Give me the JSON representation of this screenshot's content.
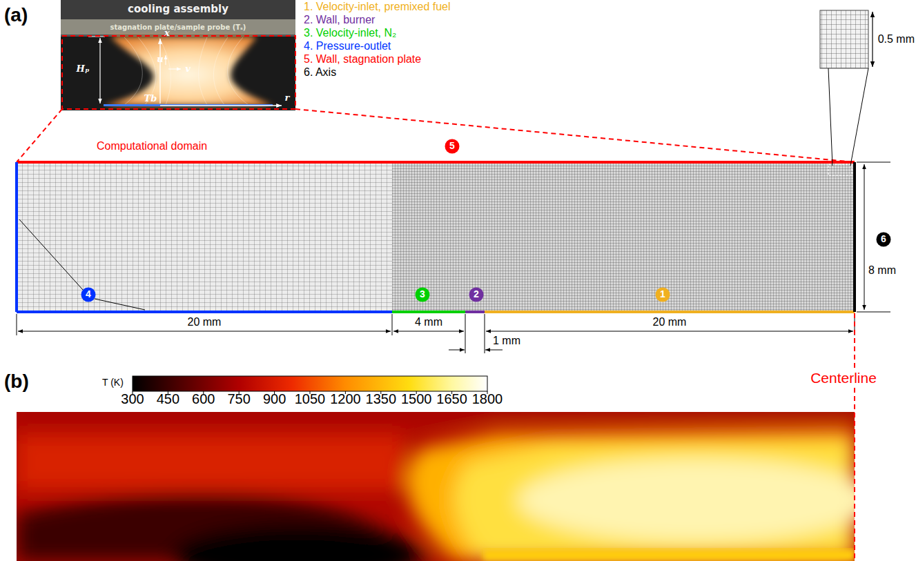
{
  "diagram": {
    "labels": [
      "(a)",
      "cooling assembly",
      "stagnation plate/sample probe (Tₛ)",
      "x",
      "Hₚ",
      "u",
      "v",
      "r",
      "Tb",
      "Computational domain",
      "0.5 mm",
      "5",
      "6",
      "8 mm",
      "4",
      "3",
      "2",
      "1",
      "20 mm",
      "4 mm",
      "1 mm",
      "20 mm",
      "Centerline",
      "(b)",
      "T (K)",
      "300",
      "450",
      "600",
      "750",
      "900",
      "1050",
      "1200",
      "1350",
      "1500",
      "1650",
      "1800"
    ],
    "legend": [
      {
        "text": "1. Velocity-inlet, premixed fuel",
        "color": "#f0b020"
      },
      {
        "text": "2. Wall, burner",
        "color": "#7030a0"
      },
      {
        "text": "3. Velocity-inlet, N₂",
        "color": "#00d000"
      },
      {
        "text": "4. Pressure-outlet",
        "color": "#0033ff"
      },
      {
        "text": "5. Wall, stagnation plate",
        "color": "#ff0000"
      },
      {
        "text": "6. Axis",
        "color": "#000000"
      }
    ]
  }
}
